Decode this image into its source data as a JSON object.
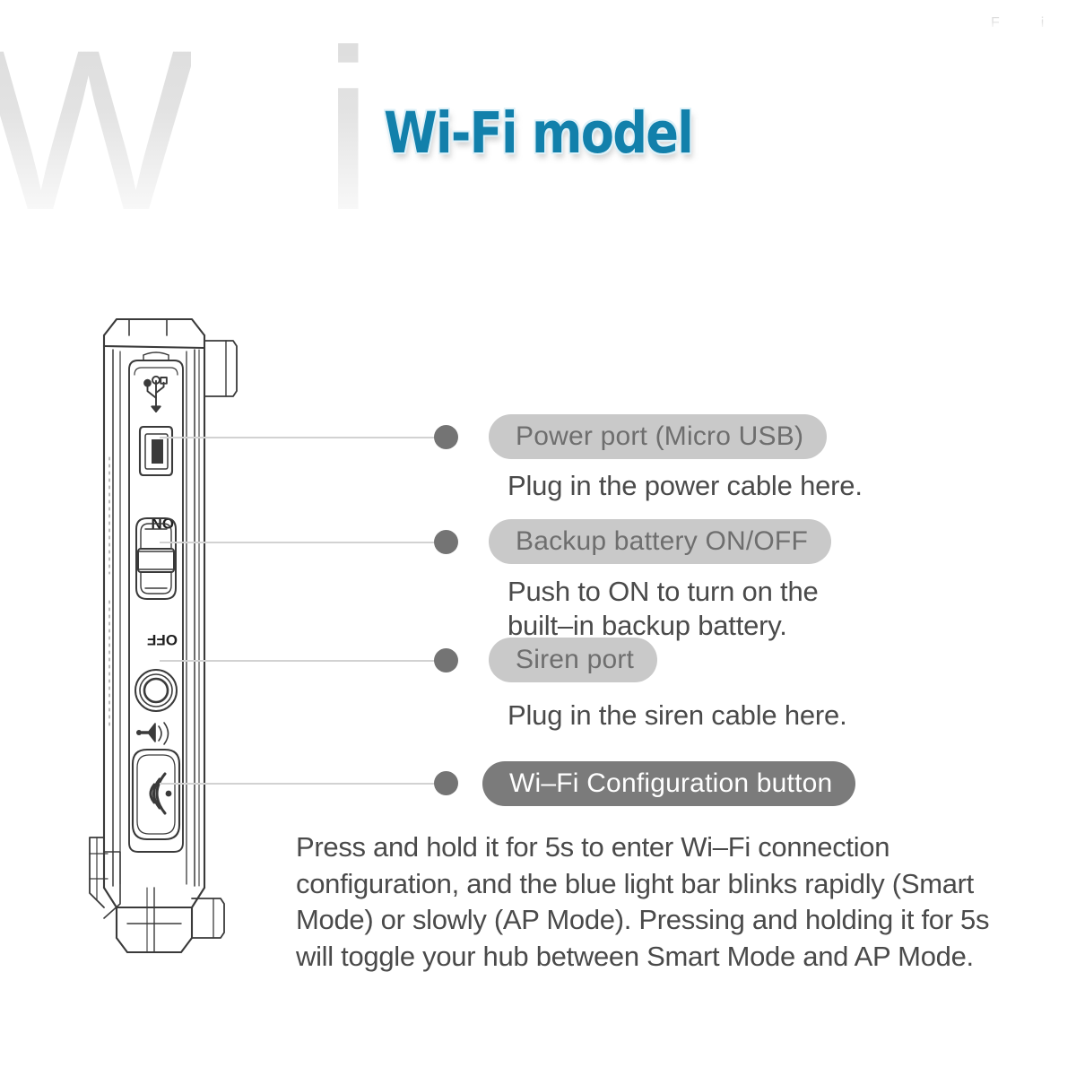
{
  "background": {
    "watermark_left": [
      "W",
      "i"
    ],
    "watermark_right": [
      "F",
      "i"
    ],
    "watermark_color": "#dedede"
  },
  "header": {
    "title": "Wi-Fi model",
    "title_color": "#1280ab",
    "title_outline_color": "#dff1f8"
  },
  "device": {
    "name": "smart hub side view",
    "icons": [
      {
        "name": "usb-icon",
        "label": "USB"
      },
      {
        "name": "micro-usb-port",
        "label": "Micro USB port"
      },
      {
        "name": "switch-on-label",
        "label": "ON"
      },
      {
        "name": "switch-off-label",
        "label": "OFF"
      },
      {
        "name": "siren-icon",
        "label": "Siren"
      },
      {
        "name": "wifi-waves-icon",
        "label": "Wi-Fi"
      }
    ]
  },
  "callouts": [
    {
      "id": "power-port",
      "pill_label": "Power port (Micro USB)",
      "pill_style": "light",
      "description": "Plug in the power cable here."
    },
    {
      "id": "backup-battery",
      "pill_label": "Backup battery ON/OFF",
      "pill_style": "light",
      "description": "Push to ON to turn on the\nbuilt–in backup battery."
    },
    {
      "id": "siren-port",
      "pill_label": "Siren port",
      "pill_style": "light",
      "description": "Plug in the siren cable here."
    },
    {
      "id": "wifi-config-button",
      "pill_label": "Wi–Fi Configuration button",
      "pill_style": "dark",
      "description": ""
    }
  ],
  "paragraph": {
    "text": "Press and hold it for 5s to enter Wi–Fi connection configuration, and the blue light bar blinks rapidly (Smart Mode) or slowly (AP Mode). Pressing and holding it for 5s will toggle your hub between Smart Mode and AP Mode."
  },
  "colors": {
    "pill_light_bg": "#c9c9c9",
    "pill_light_text": "#6e6e6e",
    "pill_dark_bg": "#7b7b7b",
    "pill_dark_text": "#ffffff",
    "dot": "#747474",
    "leader_line": "#d2d2d2",
    "body_text": "#4a4a4a"
  }
}
